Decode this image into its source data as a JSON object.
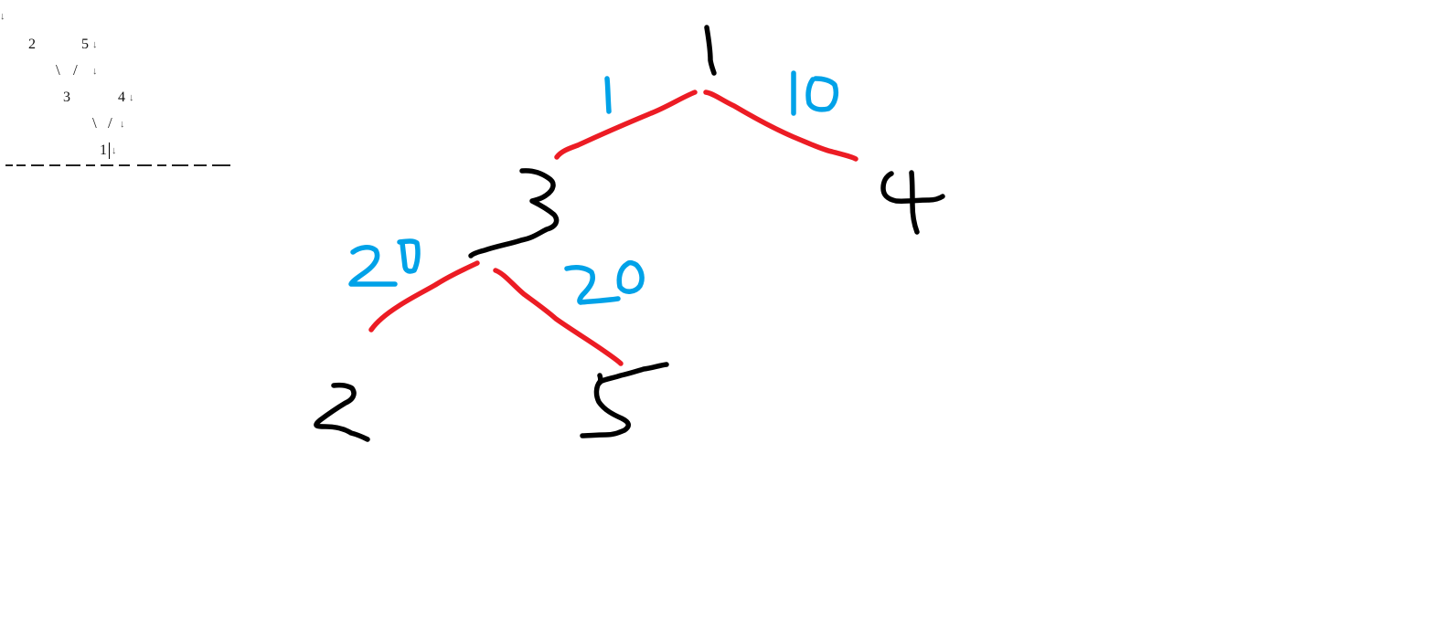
{
  "document_fragment": {
    "tree_lines": {
      "row1_left": "2",
      "row1_right": "5",
      "row2_left": "\\",
      "row2_right": "/",
      "row3_left": "3",
      "row3_right": "4",
      "row4_left": "\\",
      "row4_right": "/",
      "row5_root": "1"
    },
    "paragraph_mark": "↓"
  },
  "sketch": {
    "nodes": {
      "root": "1",
      "left_child": "3",
      "right_child": "4",
      "left_left": "2",
      "left_right": "5"
    },
    "edge_weights": {
      "root_to_3": "1",
      "root_to_4": "10",
      "node3_to_2": "20",
      "node3_to_5": "20"
    },
    "colors": {
      "node_ink": "#000000",
      "edge_ink": "#ec1c24",
      "weight_ink": "#00a2e8"
    }
  }
}
